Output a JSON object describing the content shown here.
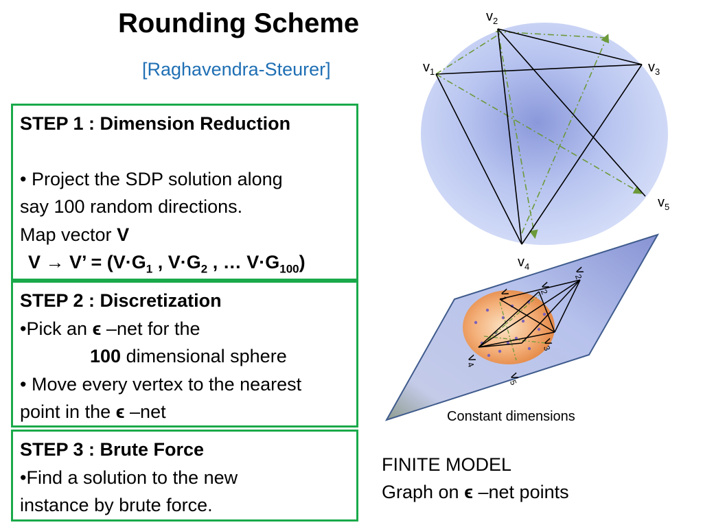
{
  "slide": {
    "title": "Rounding Scheme",
    "subtitle": "[Raghavendra-Steurer]"
  },
  "step1": {
    "heading": "STEP 1 : Dimension Reduction",
    "bullet": "•  Project the SDP solution along",
    "bullet_cont": "say 100 random directions.",
    "map_prefix": "Map vector ",
    "map_vector": "V",
    "formula": {
      "lhs": "V  →  V’ = (V·G",
      "sub1": "1",
      "mid1": " , V·G",
      "sub2": "2",
      "mid2": " , … V·G",
      "sub3": "100",
      "end": ")"
    }
  },
  "step2": {
    "heading": "STEP 2 : Discretization",
    "line1_pre": "•Pick an ",
    "epsilon": "ϵ",
    "line1_post": " –net for the",
    "line2_bold": "100",
    "line2_rest": " dimensional sphere",
    "line3": "• Move every vertex to the nearest",
    "line4_pre": "point in the ",
    "line4_post": " –net"
  },
  "step3": {
    "heading": "STEP 3 : Brute Force",
    "line1": "•Find a solution to the new",
    "line2": "instance by brute force."
  },
  "figure": {
    "vertices": [
      {
        "base": "v",
        "sub": "1"
      },
      {
        "base": "v",
        "sub": "2"
      },
      {
        "base": "v",
        "sub": "3"
      },
      {
        "base": "v",
        "sub": "4"
      },
      {
        "base": "v",
        "sub": "5"
      }
    ],
    "caption": "Constant dimensions"
  },
  "finite_model": {
    "title": "FINITE MODEL",
    "line2_pre": " Graph on ",
    "epsilon": "ϵ",
    "line2_post": " –net points"
  },
  "colors": {
    "title_accent": "#1f6fb4",
    "box_border": "#1aa94a",
    "sphere_fill": "#c9d3f3",
    "plane_fill": "#aebbe8",
    "dashed_lines": "#6c9a3a",
    "small_sphere": "#f0a66a"
  }
}
